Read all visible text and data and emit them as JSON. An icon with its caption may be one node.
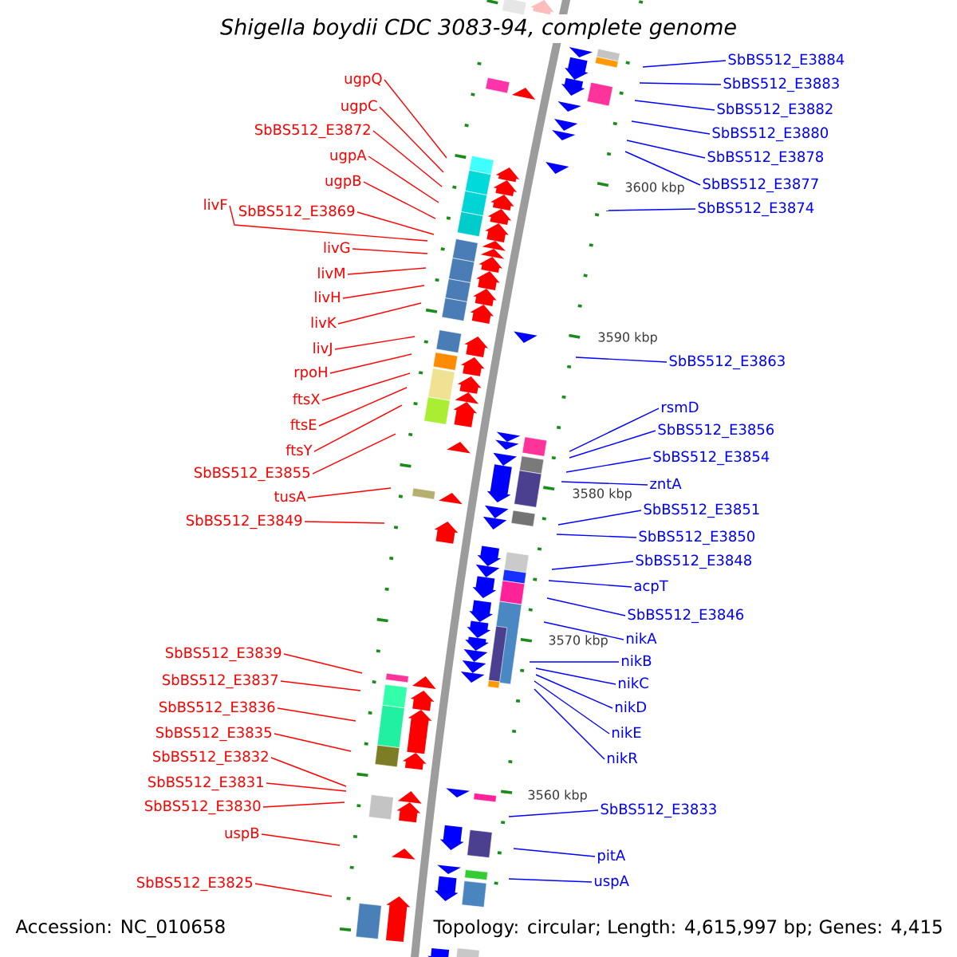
{
  "diagram": {
    "title": "Shigella boydii CDC 3083-94, complete genome",
    "nodes": [
      {
        "text": [
          "ugpQ"
        ]
      },
      {
        "text": [
          "ugpC"
        ]
      },
      {
        "text": [
          "SbBS512_E3872"
        ]
      },
      {
        "text": [
          "ugpA"
        ]
      },
      {
        "text": [
          "ugpB"
        ]
      },
      {
        "text": [
          "livF"
        ]
      },
      {
        "text": [
          "SbBS512_E3869"
        ]
      },
      {
        "text": [
          "livG"
        ]
      },
      {
        "text": [
          "livM"
        ]
      },
      {
        "text": [
          "livH"
        ]
      },
      {
        "text": [
          "livK"
        ]
      },
      {
        "text": [
          "livJ"
        ]
      },
      {
        "text": [
          "rpoH"
        ]
      },
      {
        "text": [
          "ftsX"
        ]
      },
      {
        "text": [
          "ftsE"
        ]
      },
      {
        "text": [
          "ftsY"
        ]
      },
      {
        "text": [
          "SbBS512_E3855"
        ]
      },
      {
        "text": [
          "tusA"
        ]
      },
      {
        "text": [
          "SbBS512_E3849"
        ]
      },
      {
        "text": [
          "SbBS512_E3839"
        ]
      },
      {
        "text": [
          "SbBS512_E3837"
        ]
      },
      {
        "text": [
          "SbBS512_E3836"
        ]
      },
      {
        "text": [
          "SbBS512_E3835"
        ]
      },
      {
        "text": [
          "SbBS512_E3832"
        ]
      },
      {
        "text": [
          "SbBS512_E3831"
        ]
      },
      {
        "text": [
          "SbBS512_E3830"
        ]
      },
      {
        "text": [
          "uspB"
        ]
      },
      {
        "text": [
          "SbBS512_E3825"
        ]
      },
      {
        "text": [
          "SbBS512_E3884"
        ]
      },
      {
        "text": [
          "SbBS512_E3883"
        ]
      },
      {
        "text": [
          "SbBS512_E3882"
        ]
      },
      {
        "text": [
          "SbBS512_E3880"
        ]
      },
      {
        "text": [
          "SbBS512_E3878"
        ]
      },
      {
        "text": [
          "SbBS512_E3877"
        ]
      },
      {
        "text": [
          "SbBS512_E3874"
        ]
      },
      {
        "text": [
          "SbBS512_E3863"
        ]
      },
      {
        "text": [
          "rsmD"
        ]
      },
      {
        "text": [
          "SbBS512_E3856"
        ]
      },
      {
        "text": [
          "SbBS512_E3854"
        ]
      },
      {
        "text": [
          "zntA"
        ]
      },
      {
        "text": [
          "SbBS512_E3851"
        ]
      },
      {
        "text": [
          "SbBS512_E3850"
        ]
      },
      {
        "text": [
          "SbBS512_E3848"
        ]
      },
      {
        "text": [
          "acpT"
        ]
      },
      {
        "text": [
          "SbBS512_E3846"
        ]
      },
      {
        "text": [
          "nikA"
        ]
      },
      {
        "text": [
          "nikB"
        ]
      },
      {
        "text": [
          "nikC"
        ]
      },
      {
        "text": [
          "nikD"
        ]
      },
      {
        "text": [
          "nikE"
        ]
      },
      {
        "text": [
          "nikR"
        ]
      },
      {
        "text": [
          "SbBS512_E3833"
        ]
      },
      {
        "text": [
          "pitA"
        ]
      },
      {
        "text": [
          "uspA"
        ]
      }
    ],
    "edges": [
      {
        "from": 0,
        "to": null,
        "arrow": "none"
      },
      {
        "from": 1,
        "to": null,
        "arrow": "none"
      },
      {
        "from": 2,
        "to": null,
        "arrow": "none"
      },
      {
        "from": 3,
        "to": null,
        "arrow": "none"
      },
      {
        "from": 4,
        "to": null,
        "arrow": "none"
      },
      {
        "from": 5,
        "to": null,
        "arrow": "none"
      },
      {
        "from": 6,
        "to": null,
        "arrow": "none"
      },
      {
        "from": 7,
        "to": null,
        "arrow": "none"
      },
      {
        "from": 8,
        "to": null,
        "arrow": "none"
      },
      {
        "from": 9,
        "to": null,
        "arrow": "none"
      },
      {
        "from": 10,
        "to": null,
        "arrow": "none"
      },
      {
        "from": 11,
        "to": null,
        "arrow": "none"
      },
      {
        "from": 12,
        "to": null,
        "arrow": "none"
      },
      {
        "from": 13,
        "to": null,
        "arrow": "none"
      },
      {
        "from": 14,
        "to": null,
        "arrow": "none"
      },
      {
        "from": 15,
        "to": null,
        "arrow": "none"
      },
      {
        "from": 16,
        "to": null,
        "arrow": "none"
      },
      {
        "from": 17,
        "to": null,
        "arrow": "none"
      },
      {
        "from": 18,
        "to": null,
        "arrow": "none"
      },
      {
        "from": 19,
        "to": null,
        "arrow": "none"
      },
      {
        "from": 20,
        "to": null,
        "arrow": "none"
      },
      {
        "from": 21,
        "to": null,
        "arrow": "none"
      },
      {
        "from": 22,
        "to": null,
        "arrow": "none"
      },
      {
        "from": 23,
        "to": null,
        "arrow": "none"
      },
      {
        "from": 24,
        "to": null,
        "arrow": "none"
      },
      {
        "from": 25,
        "to": null,
        "arrow": "none"
      },
      {
        "from": 26,
        "to": null,
        "arrow": "none"
      },
      {
        "from": 27,
        "to": null,
        "arrow": "none"
      },
      {
        "from": 28,
        "to": null,
        "arrow": "none",
        "color": "#0000ff"
      },
      {
        "from": 29,
        "to": null,
        "arrow": "none",
        "color": "#0000ff"
      },
      {
        "from": 30,
        "to": null,
        "arrow": "none",
        "color": "#0000ff"
      },
      {
        "from": 31,
        "to": null,
        "arrow": "none",
        "color": "#0000ff"
      },
      {
        "from": 32,
        "to": null,
        "arrow": "none",
        "color": "#0000ff"
      },
      {
        "from": 33,
        "to": null,
        "arrow": "none",
        "color": "#0000ff"
      },
      {
        "from": 34,
        "to": null,
        "arrow": "none",
        "color": "#0000ff"
      },
      {
        "from": 35,
        "to": null,
        "arrow": "none",
        "color": "#0000ff"
      },
      {
        "from": 36,
        "to": null,
        "arrow": "none",
        "color": "#0000ff"
      },
      {
        "from": 37,
        "to": null,
        "arrow": "none",
        "color": "#0000ff"
      },
      {
        "from": 38,
        "to": null,
        "arrow": "none",
        "color": "#0000ff"
      },
      {
        "from": 39,
        "to": null,
        "arrow": "none",
        "color": "#0000ff"
      },
      {
        "from": 40,
        "to": null,
        "arrow": "none",
        "color": "#0000ff"
      },
      {
        "from": 41,
        "to": null,
        "arrow": "none",
        "color": "#0000ff"
      },
      {
        "from": 42,
        "to": null,
        "arrow": "none",
        "color": "#0000ff"
      },
      {
        "from": 43,
        "to": null,
        "arrow": "none",
        "color": "#0000ff"
      },
      {
        "from": 44,
        "to": null,
        "arrow": "none",
        "color": "#0000ff"
      },
      {
        "from": 45,
        "to": null,
        "arrow": "none",
        "color": "#0000ff"
      },
      {
        "from": 46,
        "to": null,
        "arrow": "none",
        "color": "#0000ff"
      },
      {
        "from": 47,
        "to": null,
        "arrow": "none",
        "color": "#0000ff"
      },
      {
        "from": 48,
        "to": null,
        "arrow": "none",
        "color": "#0000ff"
      },
      {
        "from": 49,
        "to": null,
        "arrow": "none",
        "color": "#0000ff"
      },
      {
        "from": 50,
        "to": null,
        "arrow": "none",
        "color": "#0000ff"
      },
      {
        "from": 51,
        "to": null,
        "arrow": "none",
        "color": "#0000ff"
      },
      {
        "from": 52,
        "to": null,
        "arrow": "none",
        "color": "#0000ff"
      },
      {
        "from": 53,
        "to": null,
        "arrow": "none",
        "color": "#0000ff"
      }
    ],
    "labels": [
      "3600 kbp",
      "3590 kbp",
      "3580 kbp",
      "3570 kbp",
      "3560 kbp",
      "Accession: NC_010658",
      "Topology: circular; Length: 4,615,997 bp; Genes: 4,415"
    ]
  }
}
